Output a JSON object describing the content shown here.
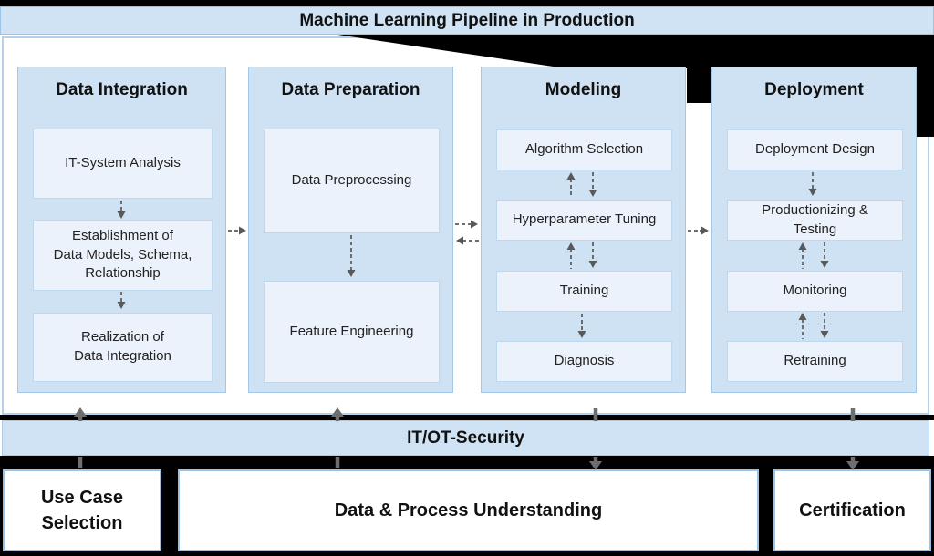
{
  "title": "Machine Learning Pipeline in Production",
  "pipeline": {
    "columns": [
      {
        "title": "Data Integration",
        "boxes": [
          {
            "label": "IT-System Analysis"
          },
          {
            "label": "Establishment of\nData Models, Schema,\nRelationship"
          },
          {
            "label": "Realization of\nData Integration"
          }
        ]
      },
      {
        "title": "Data Preparation",
        "boxes": [
          {
            "label": "Data Preprocessing"
          },
          {
            "label": "Feature Engineering"
          }
        ]
      },
      {
        "title": "Modeling",
        "boxes": [
          {
            "label": "Algorithm Selection"
          },
          {
            "label": "Hyperparameter Tuning"
          },
          {
            "label": "Training"
          },
          {
            "label": "Diagnosis"
          }
        ]
      },
      {
        "title": "Deployment",
        "boxes": [
          {
            "label": "Deployment Design"
          },
          {
            "label": "Productionizing &\nTesting"
          },
          {
            "label": "Monitoring"
          },
          {
            "label": "Retraining"
          }
        ]
      }
    ]
  },
  "security_bar": {
    "label": "IT/OT-Security"
  },
  "foundation": {
    "boxes": [
      {
        "label": "Use Case\nSelection"
      },
      {
        "label": "Data & Process Understanding"
      },
      {
        "label": "Certification"
      }
    ]
  },
  "colors": {
    "panel_fill": "#cfe2f3",
    "panel_border": "#a3c7e7",
    "inner_box_fill": "#ecf2fb",
    "inner_box_border": "#bdd7ee",
    "bar_fill": "#cfe3f5",
    "container_border": "#b4d2ec",
    "dashed_arrow_gray": "#595959",
    "connector_gray": "#6e6e6e",
    "artifact_black": "#000000",
    "text": "#1a1a1a"
  }
}
